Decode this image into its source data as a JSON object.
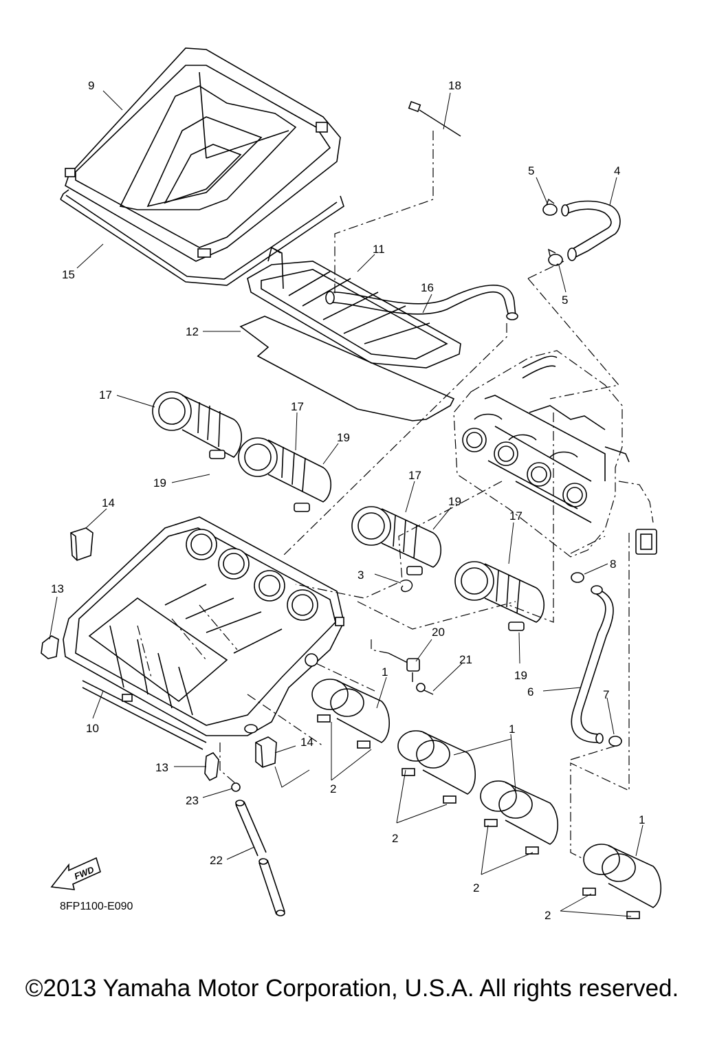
{
  "callouts": {
    "c1a": "1",
    "c1b": "1",
    "c1c": "1",
    "c2a": "2",
    "c2b": "2",
    "c2c": "2",
    "c2d": "2",
    "c3": "3",
    "c4": "4",
    "c5a": "5",
    "c5b": "5",
    "c6": "6",
    "c7": "7",
    "c8": "8",
    "c9": "9",
    "c10": "10",
    "c11": "11",
    "c12": "12",
    "c13a": "13",
    "c13b": "13",
    "c14a": "14",
    "c14b": "14",
    "c15": "15",
    "c16": "16",
    "c17a": "17",
    "c17b": "17",
    "c17c": "17",
    "c17d": "17",
    "c18": "18",
    "c19a": "19",
    "c19b": "19",
    "c19c": "19",
    "c19d": "19",
    "c20": "20",
    "c21": "21",
    "c22": "22",
    "c23": "23"
  },
  "fwd_label": "FWD",
  "diagram_code": "8FP1100-E090",
  "copyright": "©2013 Yamaha Motor Corporation, U.S.A. All rights reserved."
}
